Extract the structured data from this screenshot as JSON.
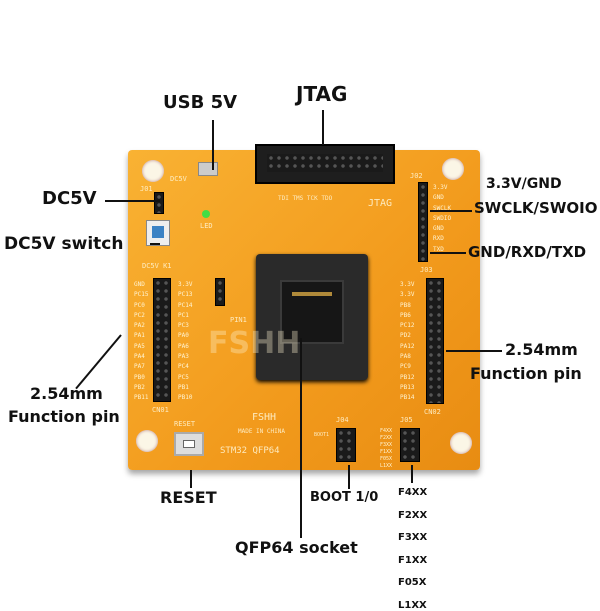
{
  "annotations": {
    "usb": "USB 5V",
    "jtag": "JTAG",
    "dc5v": "DC5V",
    "dc5v_switch": "DC5V switch",
    "power": "3.3V/GND",
    "swd": "SWCLK/SWOIO",
    "uart": "GND/RXD/TXD",
    "fpin_right_1": "2.54mm",
    "fpin_right_2": "Function pin",
    "fpin_left_1": "2.54mm",
    "fpin_left_2": "Function pin",
    "reset": "RESET",
    "boot": "BOOT 1/0",
    "socket": "QFP64 socket",
    "boot_options": [
      "F4XX",
      "F2XX",
      "F3XX",
      "F1XX",
      "F05X",
      "L1XX"
    ]
  },
  "board": {
    "j01": "J01",
    "dc5v": "DC5V",
    "led": "LED",
    "j02": "J02",
    "jtag": "JTAG",
    "jtag_pins": "TDI TMS TCK TDO",
    "k1": "DC5V K1",
    "j03": "J03",
    "cn01": "CN01",
    "cn02": "CN02",
    "pin1": "PIN1",
    "brand": "FSHH",
    "made": "MADE IN CHINA",
    "model": "STM32 QFP64",
    "reset": "RESET",
    "j04": "J04",
    "j05": "J05",
    "boot1": "BOOT1",
    "watermark": "FSHH",
    "j02_pins": [
      "3.3V",
      "GND",
      "SWCLK",
      "SWDIO",
      "GND",
      "RXD",
      "TXD"
    ],
    "cn01_left": [
      "GND",
      "PC15",
      "PC0",
      "PC2",
      "PA2",
      "PA1",
      "PA5",
      "PA4",
      "PA7",
      "PB0",
      "PB2",
      "PB11"
    ],
    "cn01_right": [
      "3.3V",
      "PC13",
      "PC14",
      "PC1",
      "PC3",
      "PA0",
      "PA6",
      "PA3",
      "PC4",
      "PC5",
      "PB1",
      "PB10"
    ],
    "cn02_left": [
      "3.3V",
      "3.3V",
      "PB8",
      "PB6",
      "PC12",
      "PD2",
      "PA12",
      "PA8",
      "PC9",
      "PB12",
      "PB13",
      "PB14"
    ],
    "j05_pins": [
      "F4XX",
      "F2XX",
      "F3XX",
      "F1XX",
      "F05X",
      "L1XX"
    ]
  },
  "colors": {
    "board": "#f29a1c",
    "silkscreen": "#fff3d0",
    "socket": "#2a2a2a"
  }
}
